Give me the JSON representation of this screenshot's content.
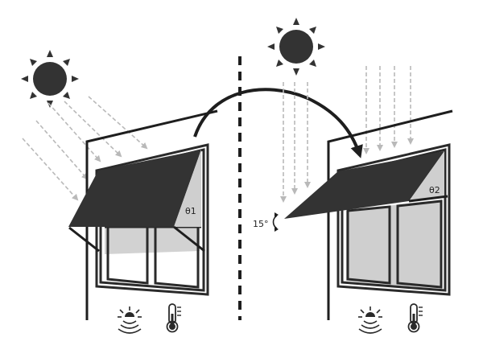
{
  "labels": {
    "angle_left": "θ1",
    "angle_right": "θ2",
    "tilt_change": "15°"
  },
  "icons": {
    "sun": "sun-icon",
    "light_sensor": "light-sensor-icon",
    "thermometer": "thermometer-icon",
    "transition_arrow": "curved-arrow-icon"
  },
  "colors": {
    "awning": "#333333",
    "sun": "#333333",
    "ray": "#b9b9b9",
    "glass": "#cfcfcf",
    "line": "#1e1e1e"
  }
}
